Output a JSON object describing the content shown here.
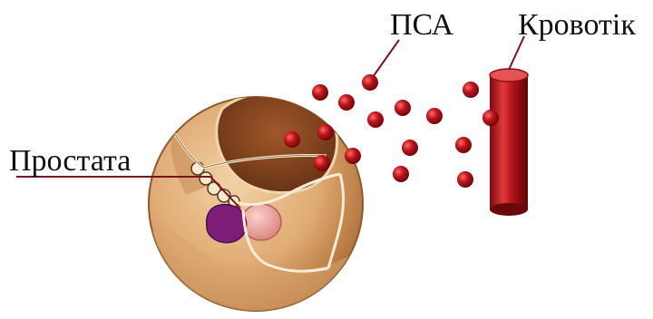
{
  "labels": {
    "psa": "ПСА",
    "bloodstream": "Кровотік",
    "prostate": "Простата"
  },
  "colors": {
    "particle": "#c0141c",
    "vessel": "#b3121a",
    "circle": "#d8a06a",
    "prostate_gland": "#e79a98",
    "tumor": "#7d1d78",
    "leader_line": "#7a1420"
  },
  "icons": [
    "psa-particle",
    "blood-vessel-cylinder",
    "anatomy-cross-section"
  ]
}
